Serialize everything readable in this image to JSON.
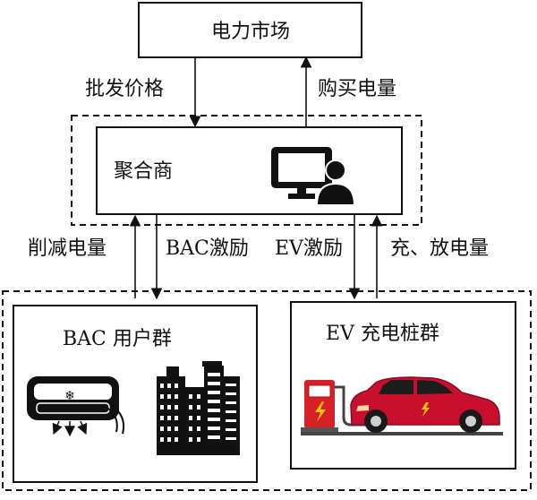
{
  "nodes": {
    "market": "电力市场",
    "aggregator": "聚合商",
    "bac_group": "BAC 用户群",
    "ev_group": "EV 充电桩群"
  },
  "edges": {
    "wholesale_price": "批发价格",
    "buy_power": "购买电量",
    "reduce_power": "削减电量",
    "bac_incentive": "BAC激励",
    "ev_incentive": "EV激励",
    "charge_discharge": "充、放电量"
  },
  "icons": [
    "computer-user-icon",
    "air-conditioner-icon",
    "city-buildings-icon",
    "charging-pile-icon",
    "electric-car-icon"
  ],
  "colors": {
    "line": "#111111",
    "car": "#c8102e",
    "charger": "#d61f26",
    "lightning": "#f6c700"
  }
}
